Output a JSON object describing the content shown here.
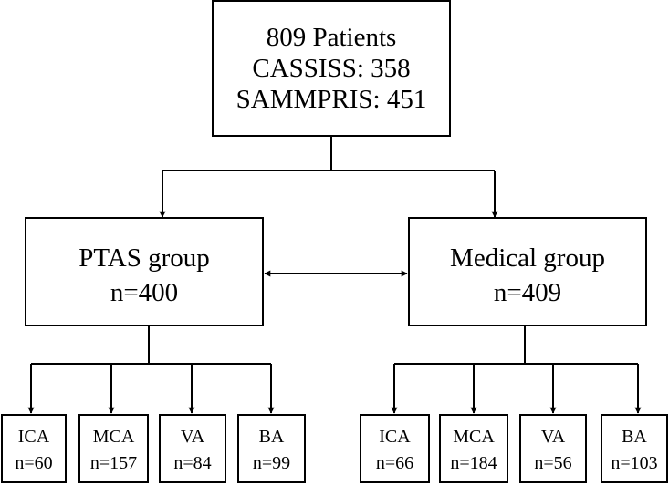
{
  "top": {
    "line1": "809 Patients",
    "line2": "CASSISS: 358",
    "line3": "SAMMPRIS: 451"
  },
  "ptas": {
    "title": "PTAS group",
    "count": "n=400",
    "subgroups": [
      {
        "name": "ICA",
        "count": "n=60"
      },
      {
        "name": "MCA",
        "count": "n=157"
      },
      {
        "name": "VA",
        "count": "n=84"
      },
      {
        "name": "BA",
        "count": "n=99"
      }
    ]
  },
  "medical": {
    "title": "Medical group",
    "count": "n=409",
    "subgroups": [
      {
        "name": "ICA",
        "count": "n=66"
      },
      {
        "name": "MCA",
        "count": "n=184"
      },
      {
        "name": "VA",
        "count": "n=56"
      },
      {
        "name": "BA",
        "count": "n=103"
      }
    ]
  },
  "colors": {
    "stroke": "#000000",
    "background": "#ffffff"
  }
}
